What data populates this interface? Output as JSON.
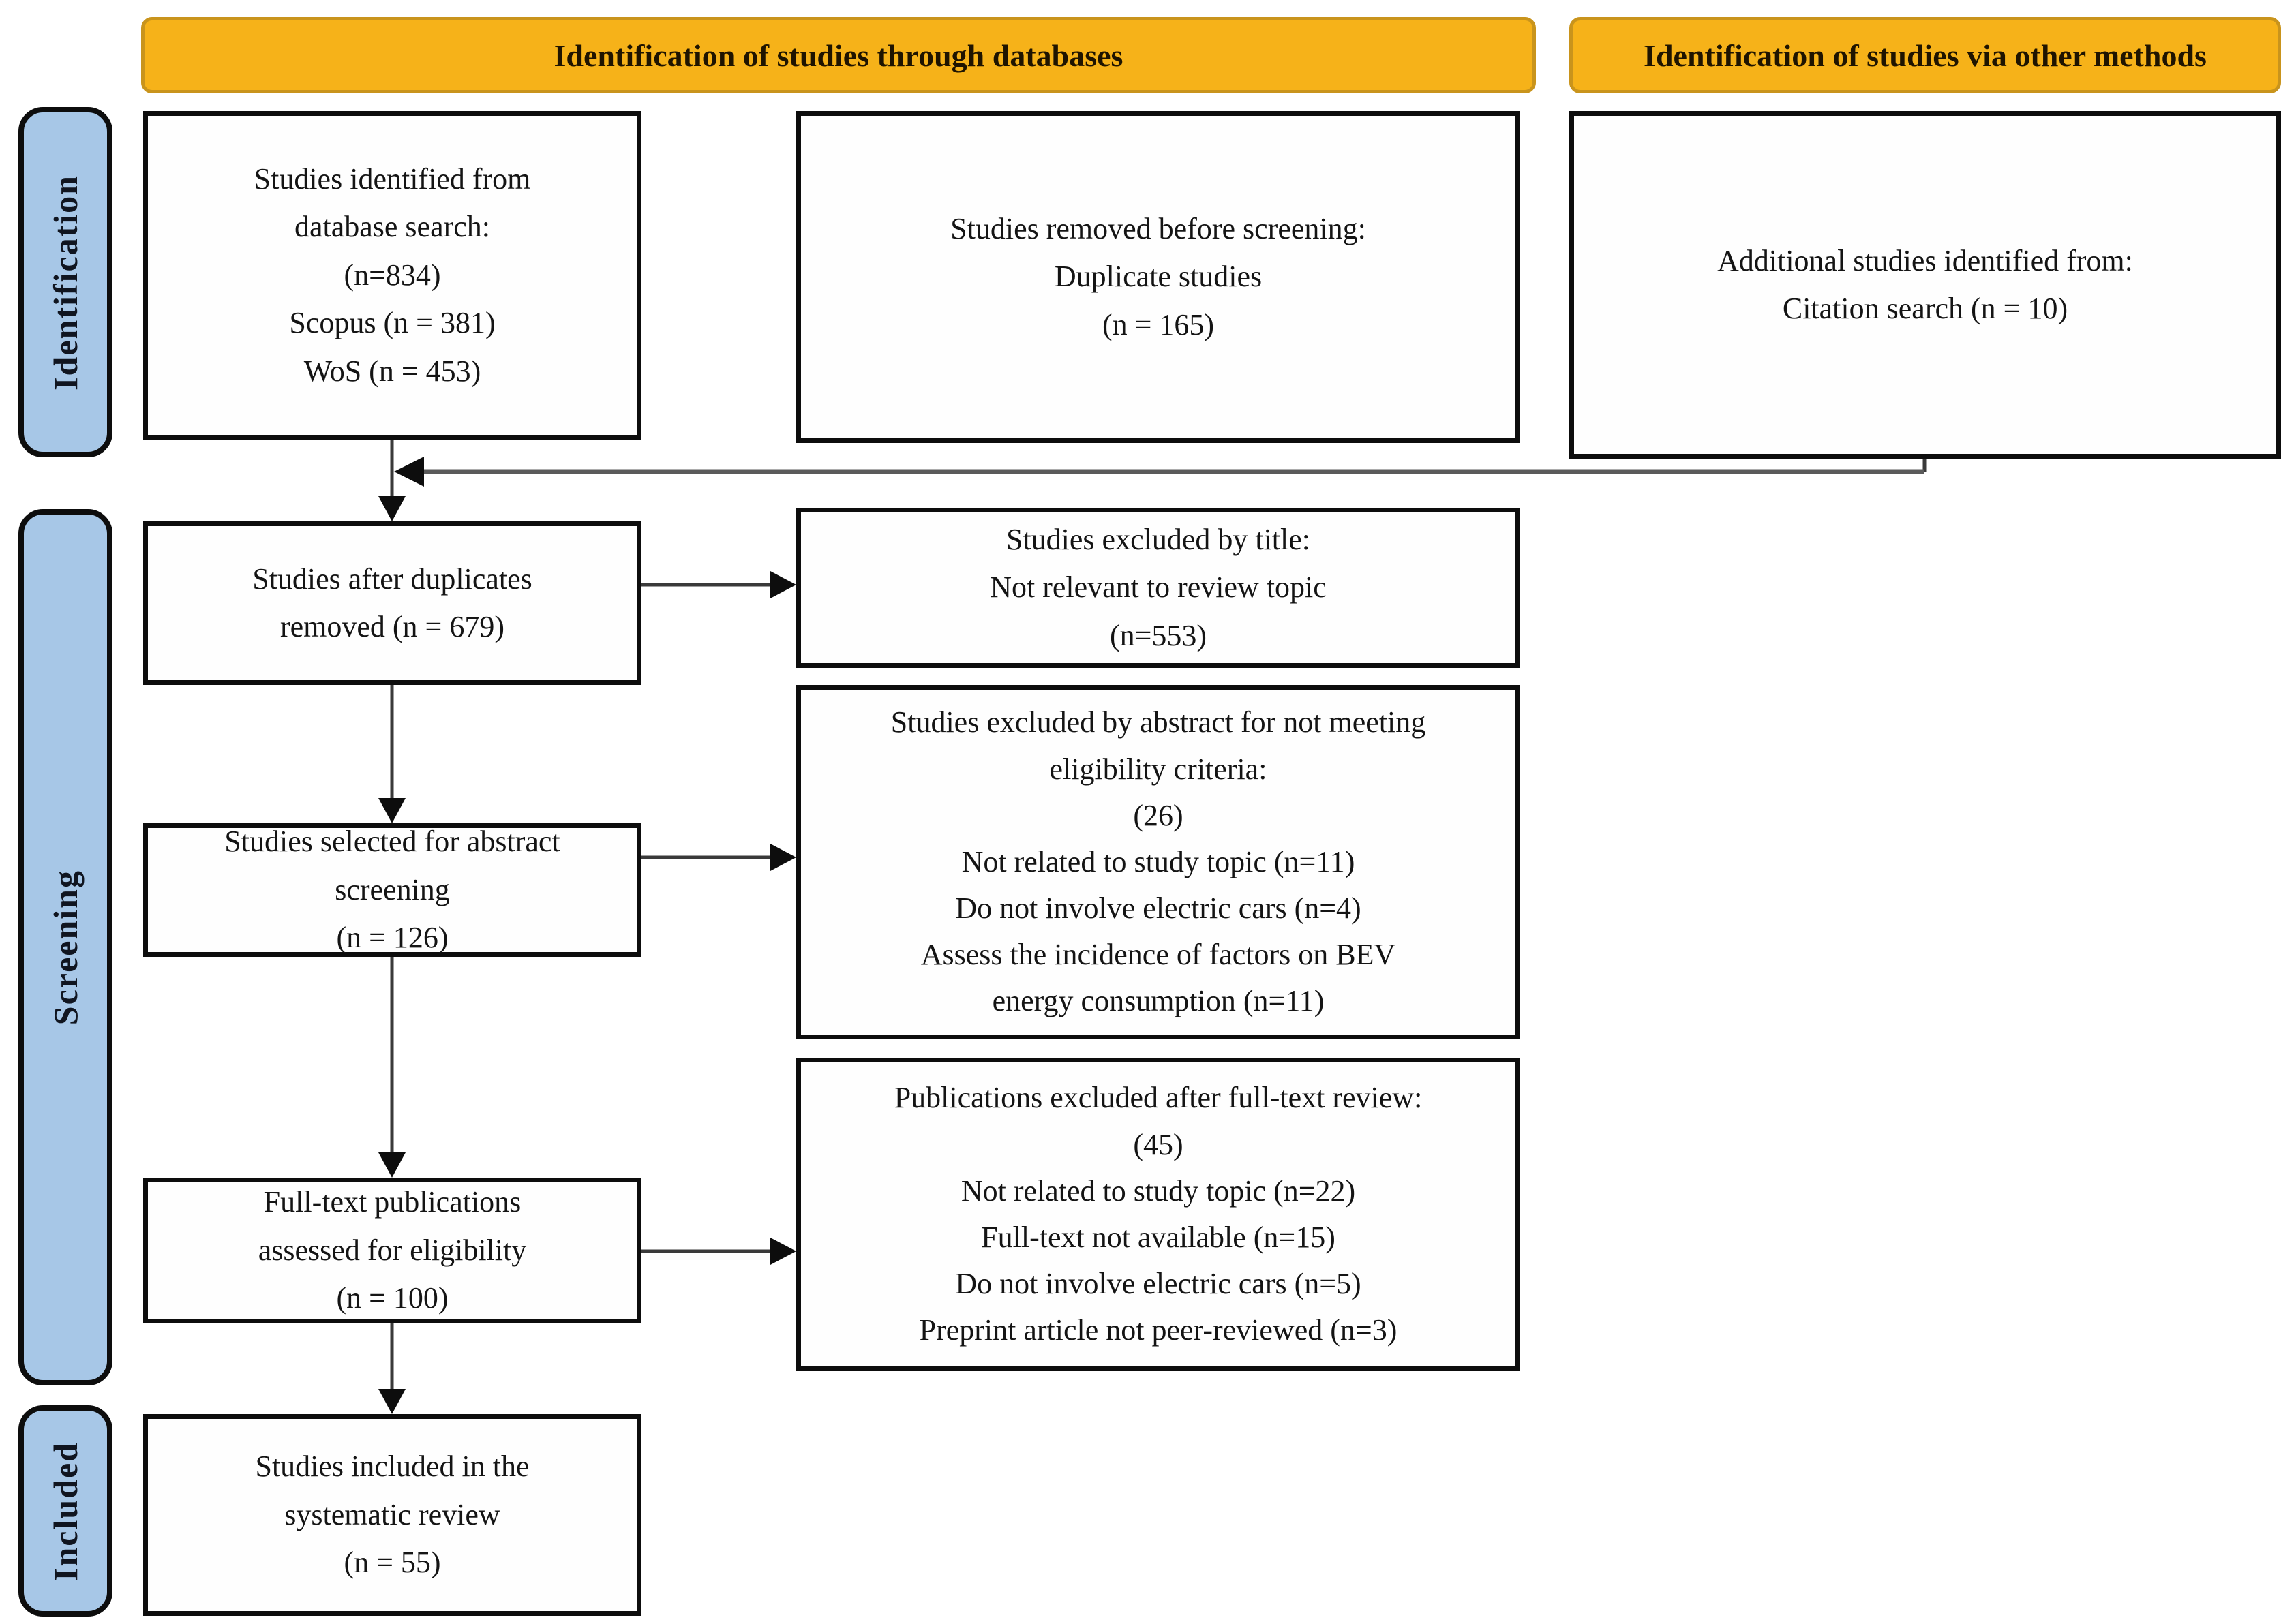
{
  "headers": [
    {
      "label": "Identification of studies through databases"
    },
    {
      "label": "Identification of studies via other methods"
    }
  ],
  "stage_labels": [
    {
      "label": "Identification"
    },
    {
      "label": "Screening"
    },
    {
      "label": "Included"
    }
  ],
  "boxes": {
    "identified": {
      "lines": [
        "Studies identified from",
        "database search:",
        "(n=834)",
        "Scopus (n = 381)",
        "WoS (n = 453)"
      ]
    },
    "removed_before_screening": {
      "lines": [
        "Studies removed before screening:",
        "Duplicate studies",
        "(n = 165)"
      ]
    },
    "additional_studies": {
      "lines": [
        "Additional studies identified from:",
        "Citation search (n = 10)"
      ]
    },
    "after_duplicates": {
      "lines": [
        "Studies after duplicates",
        "removed (n = 679)"
      ]
    },
    "excluded_by_title": {
      "lines": [
        "Studies excluded by title:",
        "Not relevant to review topic",
        "(n=553)"
      ]
    },
    "abstract_screening": {
      "lines": [
        "Studies selected for abstract",
        "screening",
        "(n = 126)"
      ]
    },
    "excluded_by_abstract": {
      "lines": [
        "Studies excluded by abstract for not meeting",
        "eligibility criteria:",
        "(26)",
        "Not related to study topic (n=11)",
        "Do not involve electric cars (n=4)",
        "Assess the incidence of factors on BEV",
        "energy consumption (n=11)"
      ]
    },
    "fulltext_assessed": {
      "lines": [
        "Full-text publications",
        "assessed for eligibility",
        "(n = 100)"
      ]
    },
    "excluded_after_fulltext": {
      "lines": [
        "Publications excluded after full-text review:",
        "(45)",
        "Not related to study topic (n=22)",
        "Full-text not available (n=15)",
        "Do not involve electric cars (n=5)",
        "Preprint article not peer-reviewed (n=3)"
      ]
    },
    "included_review": {
      "lines": [
        "Studies included in the",
        "systematic review",
        "(n = 55)"
      ]
    }
  },
  "colors": {
    "banner_fill": "#F6B219",
    "banner_border": "#C9941C",
    "stage_label_fill": "#A7C7E7",
    "box_border": "#0D0D0D",
    "connector": "#3A3A3A",
    "background": "#FFFFFF",
    "text": "#141414"
  }
}
